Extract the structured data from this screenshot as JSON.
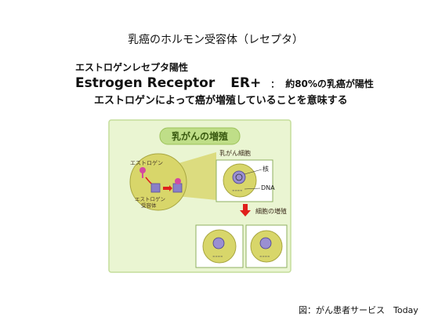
{
  "title": "乳癌のホルモン受容体（レセプタ）",
  "subheading": "エストロゲンレセプタ陽性",
  "main_line": {
    "name": "Estrogen Receptor",
    "abbr": "ER+",
    "separator": "：",
    "fact": "約80%の乳癌が陽性"
  },
  "explanation": "エストロゲンによって癌が増殖していることを意味する",
  "diagram": {
    "heading": "乳がんの増殖",
    "estrogen_label": "エストロゲン",
    "receptor_label": "エストロゲン\n受容体",
    "cell_label": "乳がん細胞",
    "nucleus_label": "核",
    "dna_label": "DNA",
    "growth_label": "細胞の増殖",
    "colors": {
      "panel_bg": "#eaf5d2",
      "panel_border": "#c4dd9a",
      "heading_bg": "#bfde88",
      "cell_fill": "#d8d66a",
      "cell_border": "#a8a640",
      "nucleus_fill": "#9a8fd2",
      "arrow": "#e0201c"
    }
  },
  "source": "図：がん患者サービス　Today"
}
